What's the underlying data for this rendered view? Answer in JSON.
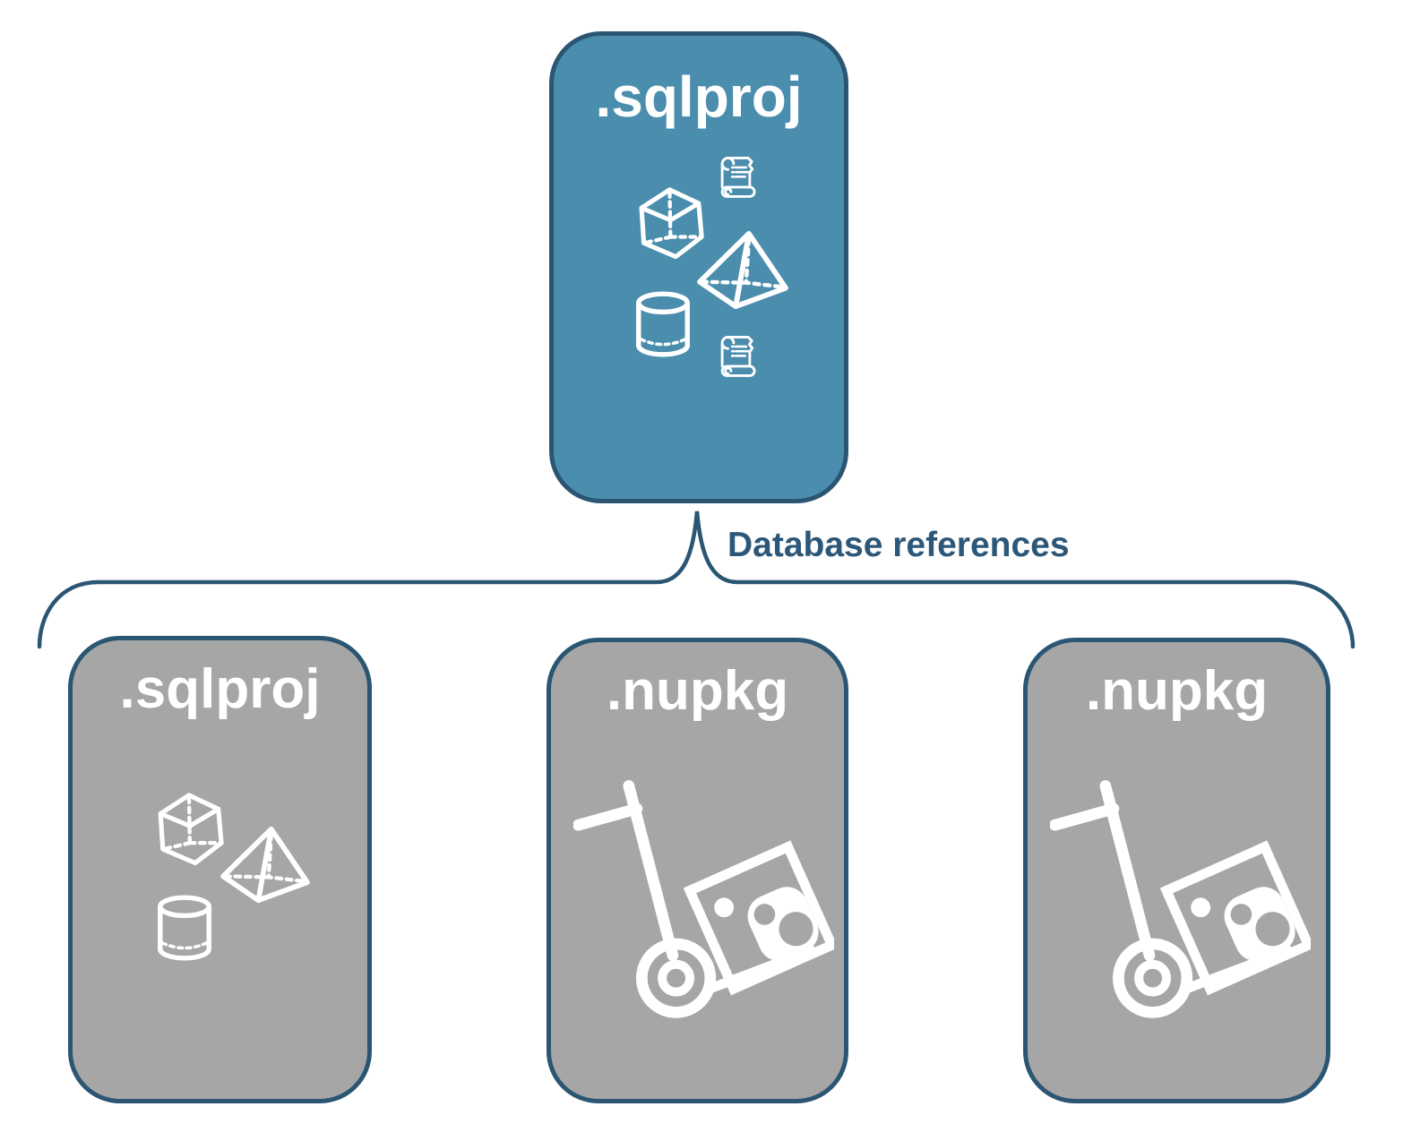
{
  "diagram": {
    "root_node": {
      "label": ".sqlproj",
      "icons": [
        "cube-icon",
        "script-scroll-icon",
        "pyramid-icon",
        "database-cylinder-icon",
        "script-scroll-icon"
      ]
    },
    "connector": {
      "label": "Database references"
    },
    "child_nodes": [
      {
        "label": ".sqlproj",
        "icons": [
          "cube-icon",
          "pyramid-icon",
          "database-cylinder-icon"
        ]
      },
      {
        "label": ".nupkg",
        "icons": [
          "nuget-package-handtruck-icon"
        ]
      },
      {
        "label": ".nupkg",
        "icons": [
          "nuget-package-handtruck-icon"
        ]
      }
    ],
    "colors": {
      "root_fill": "#4A8DAD",
      "child_fill": "#A6A6A6",
      "node_border": "#2A5673",
      "node_label": "#FFFFFF",
      "icon_stroke": "#FFFFFF",
      "connector_stroke": "#2A5673",
      "connector_label": "#2C5778",
      "background": "#FFFFFF"
    }
  }
}
